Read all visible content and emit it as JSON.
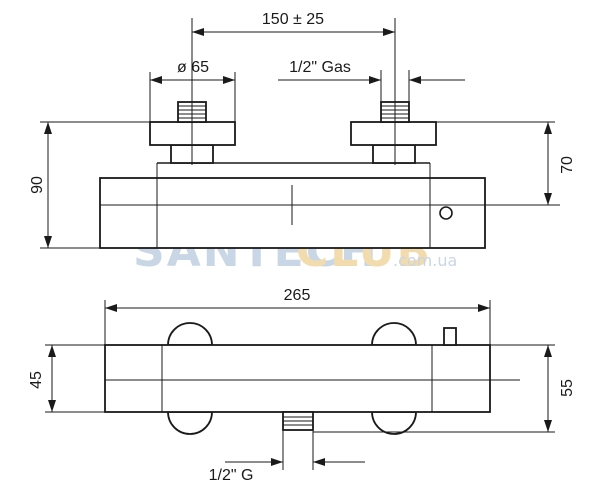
{
  "dimensions": {
    "center_spacing": "150 ± 25",
    "diameter": "ø 65",
    "inlet_thread": "1/2\" Gas",
    "height_total": "90",
    "height_body": "70",
    "length": "265",
    "depth_body": "45",
    "depth_total": "55",
    "outlet_thread": "1/2\" G"
  },
  "watermark": {
    "part1": "SANTECH",
    "part2": "CLUB",
    "domain": ".com.ua",
    "color1": "#c9d6e6",
    "color2": "#f2dcae"
  }
}
